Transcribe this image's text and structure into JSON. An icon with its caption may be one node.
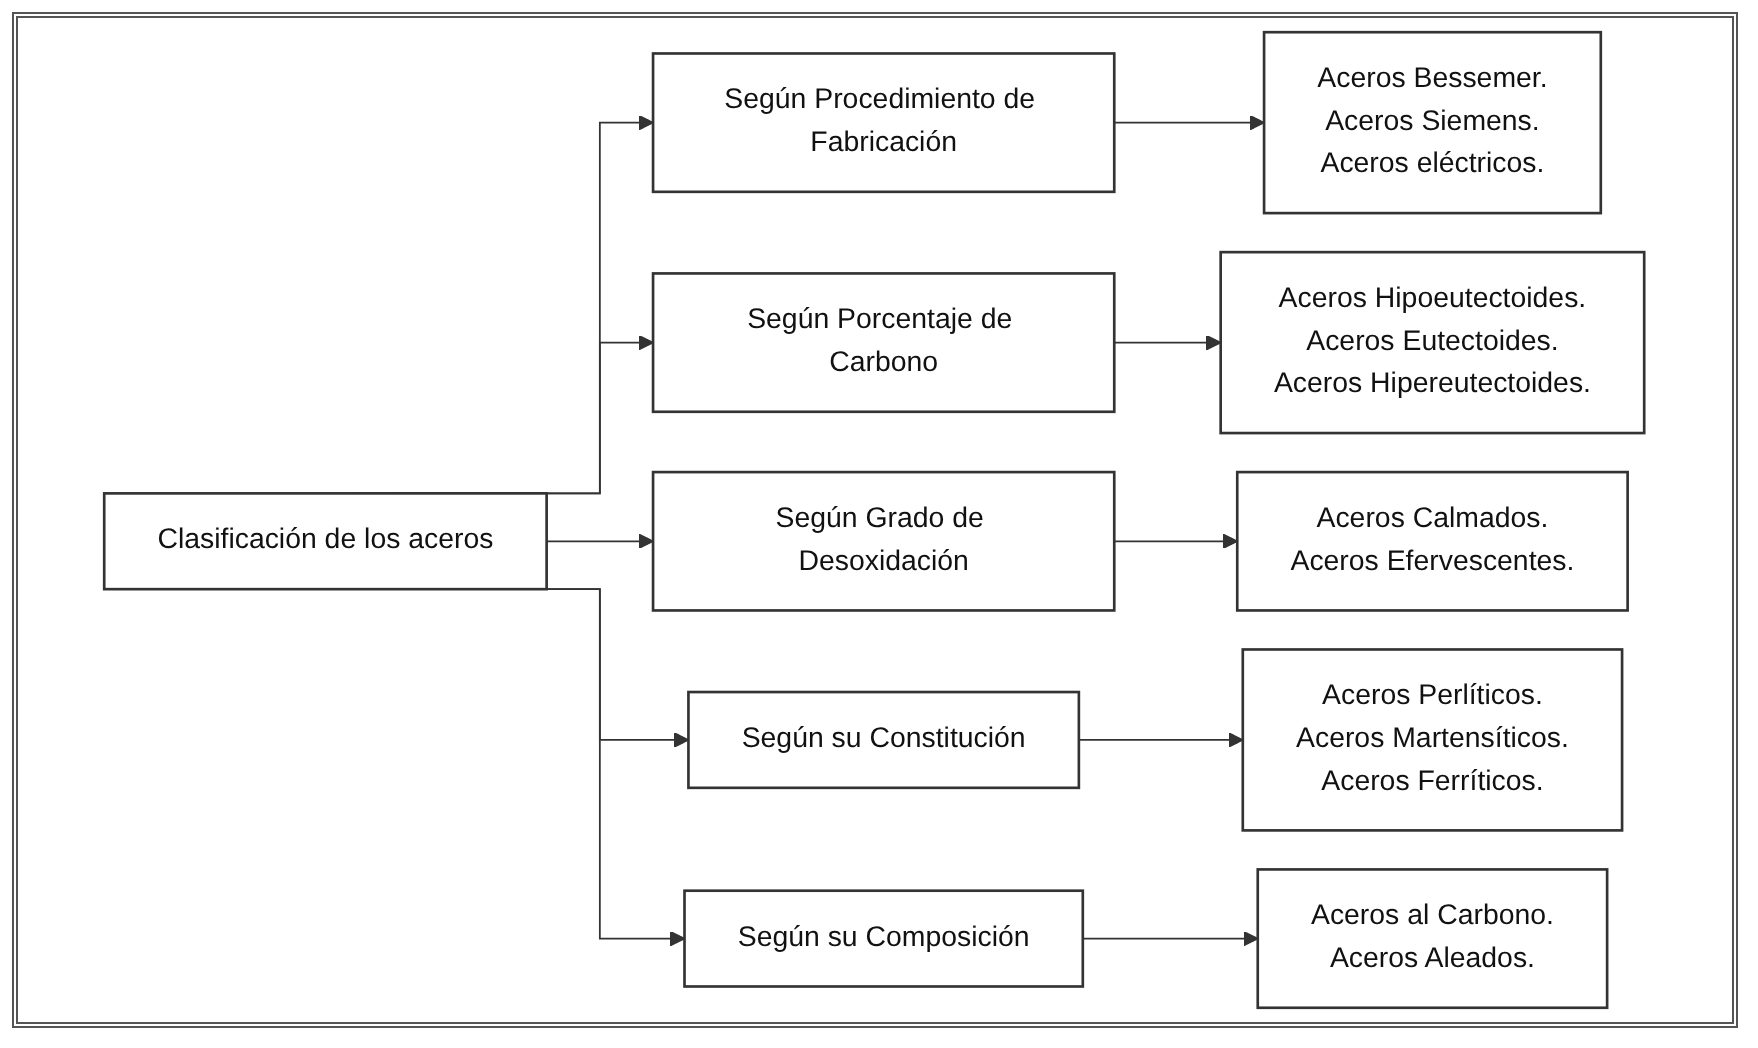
{
  "diagram": {
    "nodes": [
      {
        "text": [
          "Clasificación de los aceros"
        ]
      },
      {
        "text": [
          "Según Procedimiento de Fabricación"
        ]
      },
      {
        "text": [
          "Según Porcentaje de Carbono"
        ]
      },
      {
        "text": [
          "Según Grado de Desoxidación"
        ]
      },
      {
        "text": [
          "Según su Constitución"
        ]
      },
      {
        "text": [
          "Según su Composición"
        ]
      },
      {
        "text": [
          "Aceros Bessemer.",
          "Aceros Siemens.",
          "Aceros eléctricos."
        ]
      },
      {
        "text": [
          "Aceros Hipoeutectoides.",
          "Aceros Eutectoides.",
          "Aceros Hipereutectoides."
        ]
      },
      {
        "text": [
          "Aceros Calmados.",
          "Aceros Efervescentes."
        ]
      },
      {
        "text": [
          "Aceros Perlíticos.",
          "Aceros Martensíticos.",
          "Aceros Ferríticos."
        ]
      },
      {
        "text": [
          "Aceros al Carbono.",
          "Aceros Aleados."
        ]
      }
    ],
    "edges": [
      {
        "from": 0,
        "to": 1,
        "arrow": "to"
      },
      {
        "from": 0,
        "to": 2,
        "arrow": "to"
      },
      {
        "from": 0,
        "to": 3,
        "arrow": "to"
      },
      {
        "from": 0,
        "to": 4,
        "arrow": "to"
      },
      {
        "from": 0,
        "to": 5,
        "arrow": "to"
      },
      {
        "from": 1,
        "to": 6,
        "arrow": "to"
      },
      {
        "from": 2,
        "to": 7,
        "arrow": "to"
      },
      {
        "from": 3,
        "to": 8,
        "arrow": "to"
      },
      {
        "from": 4,
        "to": 9,
        "arrow": "to"
      },
      {
        "from": 5,
        "to": 10,
        "arrow": "to"
      }
    ]
  }
}
